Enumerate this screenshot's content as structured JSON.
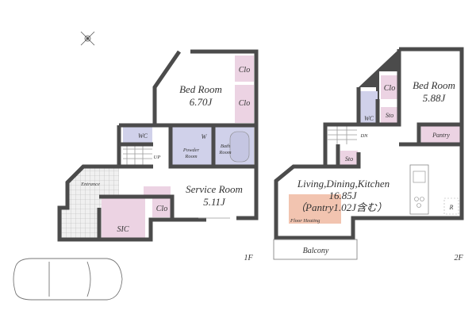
{
  "floor1": {
    "label": "1F",
    "rooms": {
      "bedroom_name": "Bed Room",
      "bedroom_size": "6.70J",
      "clo1": "Clo",
      "clo2": "Clo",
      "wc": "WC",
      "up": "UP",
      "washroom": "W",
      "powder_line1": "Powder",
      "powder_line2": "Room",
      "bath_line1": "Bath",
      "bath_line2": "Room",
      "entrance": "Entrance",
      "service_name": "Service Room",
      "service_size": "5.11J",
      "clo3": "Clo",
      "sic": "SIC"
    }
  },
  "floor2": {
    "label": "2F",
    "rooms": {
      "bedroom_name": "Bed Room",
      "bedroom_size": "5.88J",
      "clo": "Clo",
      "sto1": "Sto",
      "wc": "WC",
      "dn": "DN",
      "pantry": "Pantry",
      "sto2": "Sto",
      "ldk_name": "Living,Dining,Kitchen",
      "ldk_size": "16.85J",
      "ldk_note": "（Pantry1.02J含む）",
      "floor_heating": "Floor Heating",
      "fridge": "R",
      "balcony": "Balcony"
    }
  },
  "colors": {
    "wall": "#4b4b4b",
    "closet": "#ecd3e3",
    "wet_area": "#d0d1ea",
    "floor_heating": "#f2c4b0"
  }
}
